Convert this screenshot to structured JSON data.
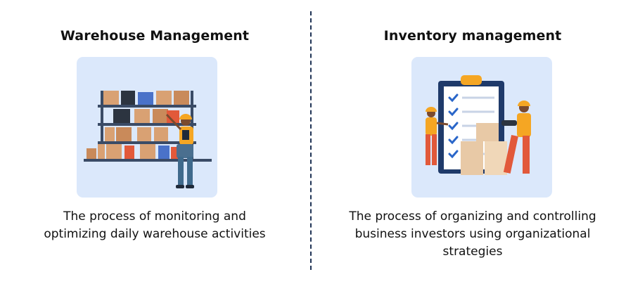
{
  "left": {
    "title": "Warehouse Management",
    "description_line1": "The process of monitoring and",
    "description_line2": "optimizing daily warehouse activities"
  },
  "right": {
    "title": "Inventory management",
    "description_line1": "The process of organizing and controlling",
    "description_line2": "business investors using organizational",
    "description_line3": "strategies"
  },
  "colors": {
    "card_background": "#dbe8fb",
    "shelf": "#3a4b66",
    "box": "#d9a173",
    "worker_shirt": "#f5a623",
    "clipboard": "#1f3a6a",
    "check": "#2a66c9",
    "divider": "#1f3355"
  },
  "icons": {
    "left": "warehouse-shelves-illustration",
    "right": "inventory-clipboard-illustration"
  }
}
